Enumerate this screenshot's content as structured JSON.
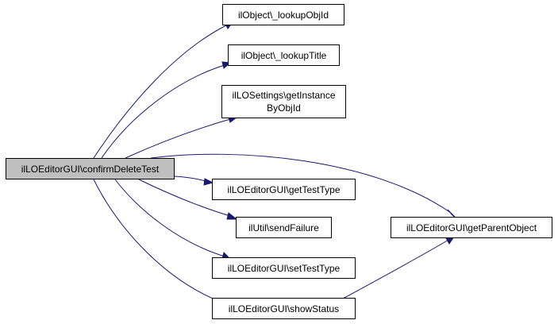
{
  "graph": {
    "root": {
      "id": "root",
      "label": "ilLOEditorGUI\\confirmDeleteTest"
    },
    "nodes": [
      {
        "id": "lookupObjId",
        "lines": [
          "ilObject\\_lookupObjId"
        ]
      },
      {
        "id": "lookupTitle",
        "lines": [
          "ilObject\\_lookupTitle"
        ]
      },
      {
        "id": "getInstanceByObjId",
        "lines": [
          "ilLOSettings\\getInstance",
          "ByObjId"
        ]
      },
      {
        "id": "getTestType",
        "lines": [
          "ilLOEditorGUI\\getTestType"
        ]
      },
      {
        "id": "sendFailure",
        "lines": [
          "ilUtil\\sendFailure"
        ]
      },
      {
        "id": "setTestType",
        "lines": [
          "ilLOEditorGUI\\setTestType"
        ]
      },
      {
        "id": "showStatus",
        "lines": [
          "ilLOEditorGUI\\showStatus"
        ]
      },
      {
        "id": "getParentObject",
        "lines": [
          "ilLOEditorGUI\\getParentObject"
        ]
      }
    ],
    "edges": [
      {
        "from": "root",
        "to": "lookupObjId"
      },
      {
        "from": "root",
        "to": "lookupTitle"
      },
      {
        "from": "root",
        "to": "getInstanceByObjId"
      },
      {
        "from": "root",
        "to": "getTestType"
      },
      {
        "from": "root",
        "to": "sendFailure"
      },
      {
        "from": "root",
        "to": "setTestType"
      },
      {
        "from": "root",
        "to": "showStatus"
      },
      {
        "from": "root",
        "to": "getParentObject"
      },
      {
        "from": "showStatus",
        "to": "getParentObject"
      }
    ],
    "colors": {
      "edge": "#191970",
      "root_fill": "#bfbfbf",
      "node_fill": "#ffffff",
      "border": "#000000"
    }
  }
}
